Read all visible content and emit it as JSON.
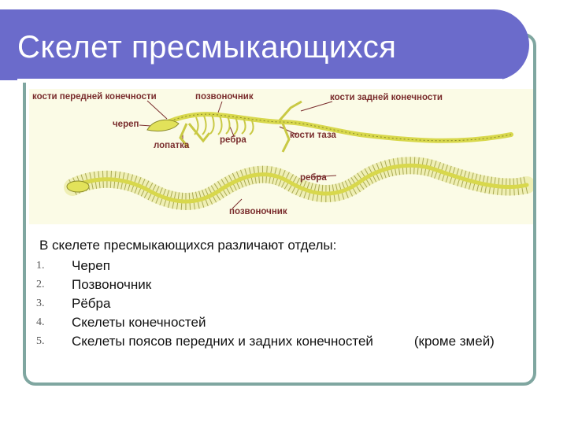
{
  "slide": {
    "title": "Скелет пресмыкающихся",
    "figure": {
      "labels": {
        "front_limb_bones": "кости передней конечности",
        "spine_top": "позвоночник",
        "hind_limb_bones": "кости задней конечности",
        "skull": "череп",
        "scapula": "лопатка",
        "ribs_lizard": "ребра",
        "pelvis_bones": "кости таза",
        "ribs_snake": "ребра",
        "spine_snake": "позвоночник"
      }
    },
    "intro": "В скелете пресмыкающихся различают отделы:",
    "list": [
      {
        "num": "1.",
        "text": "Череп"
      },
      {
        "num": "2.",
        "text": "Позвоночник"
      },
      {
        "num": "3.",
        "text": "Рёбра"
      },
      {
        "num": "4.",
        "text": "Скелеты конечностей"
      },
      {
        "num": "5.",
        "text": "Скелеты поясов передних и задних конечностей           (кроме змей)"
      }
    ]
  },
  "colors": {
    "title_bar": "#6b6bcb",
    "frame_border": "#7fa6a0",
    "figure_background": "#fbfbe6",
    "bone": "#d8d84c",
    "bone_outline": "#8a8a2a",
    "label": "#7a2d2d"
  }
}
